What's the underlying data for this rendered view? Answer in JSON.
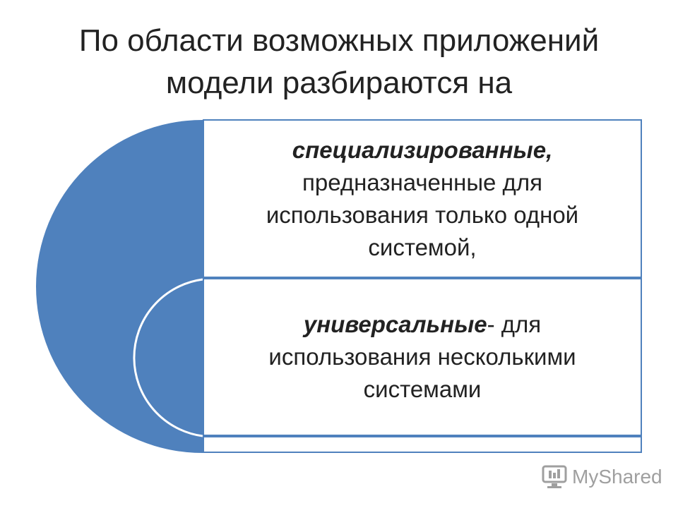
{
  "title": {
    "line1": "По области возможных приложений",
    "line2": "модели разбираются на"
  },
  "items": [
    {
      "bold": "специализированные,",
      "lines": [
        "предназначенные для",
        "использования только одной",
        "системой,"
      ]
    },
    {
      "bold": "универсальные",
      "rest_first": "- для",
      "lines": [
        "использования несколькими",
        "системами"
      ]
    }
  ],
  "watermark": "MyShared",
  "colors": {
    "accent": "#4f81bd",
    "text": "#222222"
  }
}
